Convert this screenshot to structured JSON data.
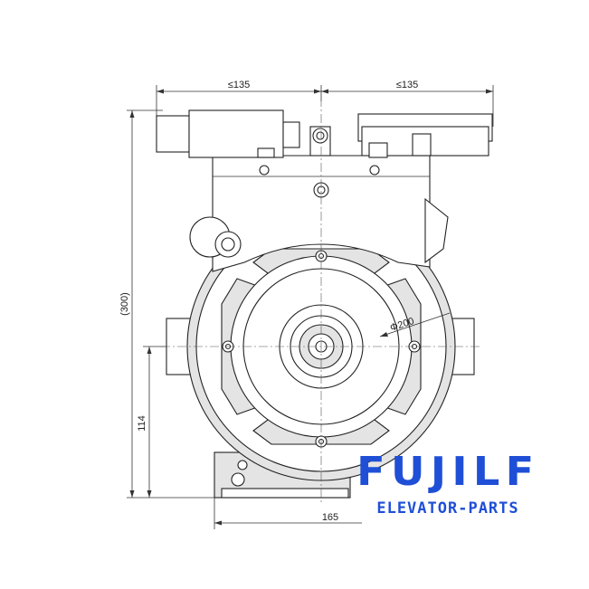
{
  "drawing": {
    "dim_left_width": "≤135",
    "dim_right_width": "≤135",
    "dim_total_height": "(300)",
    "dim_axis_height": "114",
    "dim_base_width": "165",
    "dim_sheave_diameter": "Φ200"
  },
  "brand": {
    "name": "FUJILF",
    "tagline": "ELEVATOR-PARTS"
  },
  "colors": {
    "brand": "#1f4fd6",
    "line": "#222222",
    "fill_grey": "#e4e4e4"
  }
}
